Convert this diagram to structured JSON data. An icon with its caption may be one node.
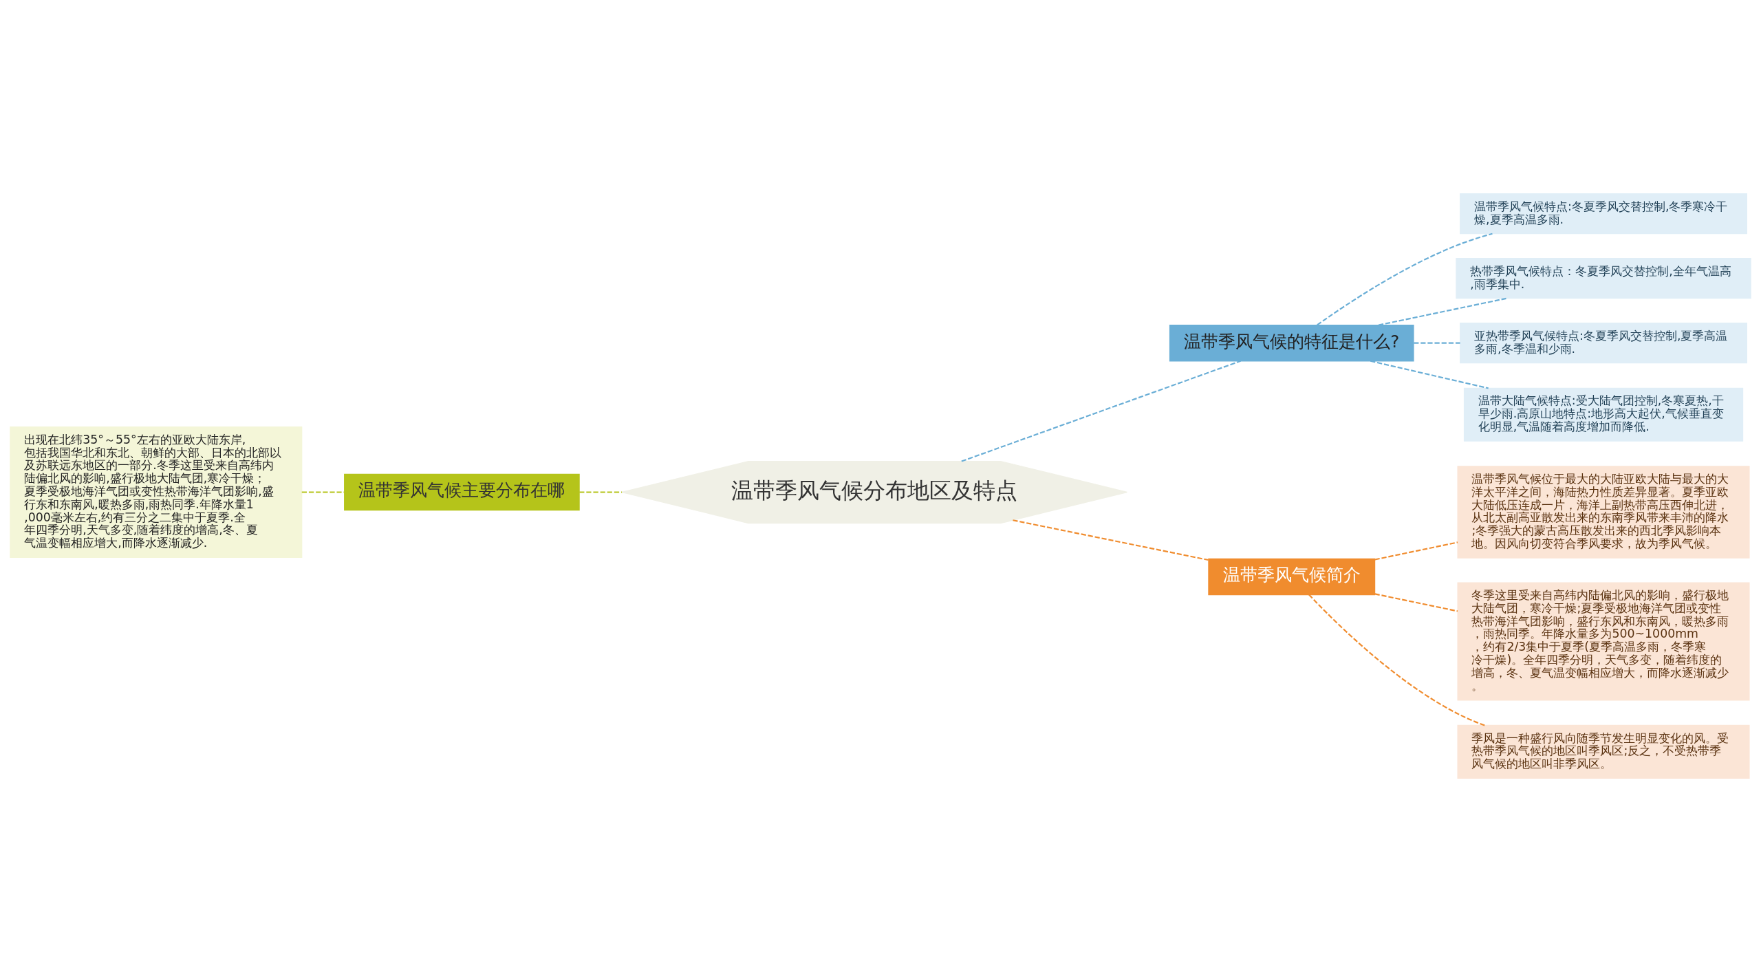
{
  "diagram": {
    "nodes": [
      {
        "text": [
          "温带季风气候分布地区及特点"
        ]
      },
      {
        "text": [
          "温带季风气候主要分布在哪"
        ]
      },
      {
        "text": [
          "出现在北纬35°～55°左右的亚欧大陆东岸,包括我国华北和东北、朝鲜的大部、日本的北部以及苏联远东地区的一部分.冬季这里受来自高纬内陆偏北风的影响,盛行极地大陆气团,寒冷干燥；夏季受极地海洋气团或变性热带海洋气团影响,盛行东和东南风,暖热多雨,雨热同季.年降水量1,000毫米左右,约有三分之二集中于夏季.全年四季分明,天气多变,随着纬度的增高,冬、夏气温变幅相应增大,而降水逐渐减少."
        ]
      },
      {
        "text": [
          "温带季风气候的特征是什么?"
        ]
      },
      {
        "text": [
          "温带季风气候特点:冬夏季风交替控制,冬季寒冷干燥,夏季高温多雨."
        ]
      },
      {
        "text": [
          "热带季风气候特点：冬夏季风交替控制,全年气温高,雨季集中."
        ]
      },
      {
        "text": [
          "亚热带季风气候特点:冬夏季风交替控制,夏季高温多雨,冬季温和少雨."
        ]
      },
      {
        "text": [
          "温带大陆气候特点:受大陆气团控制,冬寒夏热,干旱少雨.高原山地特点:地形高大起伏,气候垂直变化明显,气温随着高度增加而降低."
        ]
      },
      {
        "text": [
          "温带季风气候简介"
        ]
      },
      {
        "text": [
          "温带季风气候位于最大的大陆亚欧大陆与最大的大洋太平洋之间，海陆热力性质差异显著。夏季亚欧大陆低压连成一片，海洋上副热带高压西伸北进，从北太副高亚散发出来的东南季风带来丰沛的降水;冬季强大的蒙古高压散发出来的西北季风影响本地。因风向切变符合季风要求，故为季风气候。"
        ]
      },
      {
        "text": [
          "冬季这里受来自高纬内陆偏北风的影响，盛行极地大陆气团，寒冷干燥;夏季受极地海洋气团或变性热带海洋气团影响，盛行东风和东南风，暖热多雨，雨热同季。年降水量多为500~1000mm，约有2/3集中于夏季(夏季高温多雨，冬季寒冷干燥)。全年四季分明，天气多变，随着纬度的增高，冬、夏气温变幅相应增大，而降水逐渐减少。"
        ]
      },
      {
        "text": [
          "季风是一种盛行风向随季节发生明显变化的风。受热带季风气候的地区叫季风区;反之，不受热带季风气候的地区叫非季风区。"
        ]
      }
    ],
    "edges": [
      {
        "from": 0,
        "to": 1,
        "arrow": "none",
        "style": "dashed",
        "color": "#b5c41a"
      },
      {
        "from": 1,
        "to": 2,
        "arrow": "none",
        "style": "dashed",
        "color": "#b5c41a"
      },
      {
        "from": 0,
        "to": 3,
        "arrow": "none",
        "style": "dashed",
        "color": "#6aaed6"
      },
      {
        "from": 3,
        "to": 4,
        "arrow": "none",
        "style": "dashed",
        "color": "#6aaed6"
      },
      {
        "from": 3,
        "to": 5,
        "arrow": "none",
        "style": "dashed",
        "color": "#6aaed6"
      },
      {
        "from": 3,
        "to": 6,
        "arrow": "none",
        "style": "dashed",
        "color": "#6aaed6"
      },
      {
        "from": 3,
        "to": 7,
        "arrow": "none",
        "style": "dashed",
        "color": "#6aaed6"
      },
      {
        "from": 0,
        "to": 8,
        "arrow": "none",
        "style": "dashed",
        "color": "#f08c2e"
      },
      {
        "from": 8,
        "to": 9,
        "arrow": "none",
        "style": "dashed",
        "color": "#f08c2e"
      },
      {
        "from": 8,
        "to": 10,
        "arrow": "none",
        "style": "dashed",
        "color": "#f08c2e"
      },
      {
        "from": 8,
        "to": 11,
        "arrow": "none",
        "style": "dashed",
        "color": "#f08c2e"
      }
    ]
  }
}
